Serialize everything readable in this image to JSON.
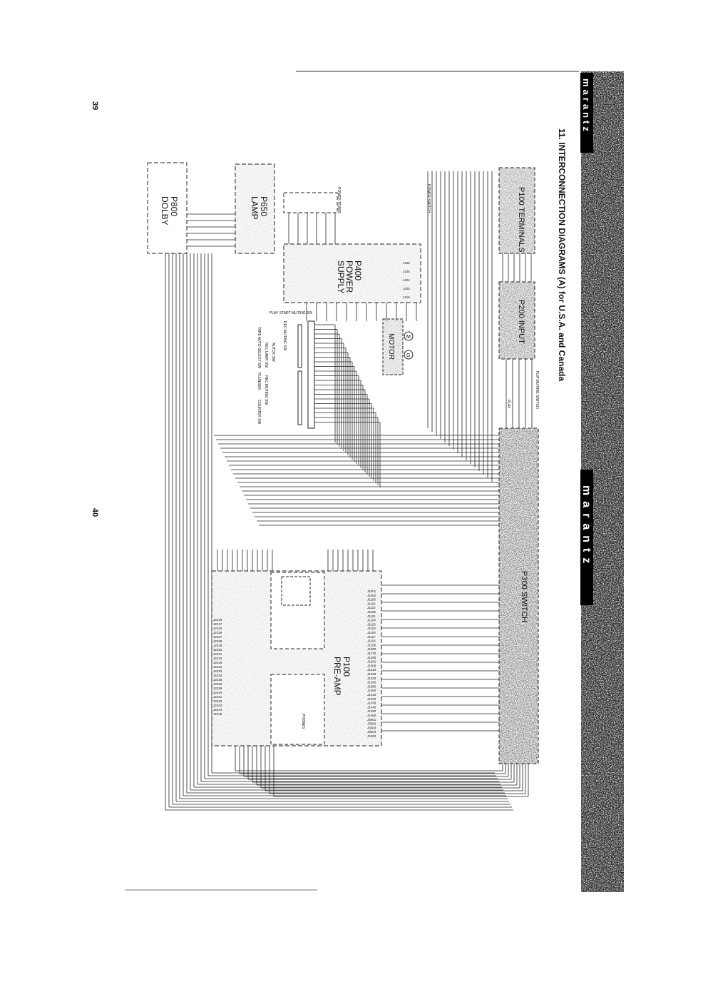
{
  "document": {
    "title": "11.  INTERCONNECTION DIAGRAMS (A)  for U.S.A. and Canada",
    "page_numbers": [
      "39",
      "40"
    ],
    "brand_logo": "marantz"
  },
  "blocks": {
    "terminals": "P100 TERMINALS",
    "input": "P200 INPUT",
    "switch": "P300 SWITCH",
    "power_supply": [
      "P400",
      "POWER",
      "SUPPLY"
    ],
    "lamp": [
      "P650",
      "LAMP"
    ],
    "dolby": [
      "P800",
      "DOLBY"
    ],
    "motor": "MOTOR",
    "preamp": [
      "P100",
      "PRE-AMP"
    ]
  },
  "labels": {
    "play_start_muting": "PLAY START MUTING SW",
    "rec_muting": "REC MUTING SW",
    "tape_auto_select": "TAPE AUTO SELECT SW",
    "autox": "AUTOX SW",
    "rec_lamp": "REC LAMP SW",
    "plunger": "PLUNGER",
    "rec_muting2": "REC MUTING SW",
    "counter": "COUNTER SW",
    "power_trans": "POWER TRANS",
    "power_switch": "POWER SWITCH",
    "flip_muting": "FLIP MUTING SWITCH",
    "play": "PLAY",
    "phones": "PHONES",
    "motor_m": "M",
    "motor_g": "G"
  },
  "power_supply_pins_top": [
    "J426",
    "J425",
    "J424",
    "J423",
    "J416"
  ],
  "preamp_pins_right": [
    "J1001",
    "J1002",
    "J1103",
    "J1115",
    "J1114",
    "J1105",
    "J1101",
    "J1104",
    "J1120",
    "J1119",
    "J1100",
    "J1117",
    "J1118",
    "J1200",
    "J1280",
    "J1270",
    "J1290",
    "J1291",
    "J1300",
    "J1310",
    "J1320",
    "J1330",
    "J1340",
    "J1350",
    "J1360",
    "J1410",
    "J1420",
    "J1430",
    "J1440",
    "J1450",
    "J1460",
    "J3001",
    "J3002",
    "J3003",
    "J3004",
    "J1500"
  ],
  "preamp_pins_left": [
    "J2218",
    "J2217",
    "J2220",
    "J2226",
    "J2227",
    "J2228",
    "J2229",
    "J2230",
    "J2231",
    "J2210",
    "J2219",
    "J2232",
    "J2233",
    "J2234",
    "J2235",
    "J2236",
    "J2239",
    "J2240",
    "J2241",
    "J2242",
    "J2243",
    "J2244",
    "J2245"
  ]
}
